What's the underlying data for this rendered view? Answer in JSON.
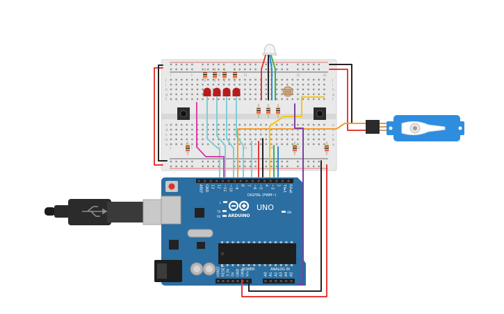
{
  "board": {
    "brand": "ARDUINO",
    "model": "UNO",
    "digital_label": "DIGITAL (PWM~)",
    "power_label": "POWER",
    "analog_label": "ANALOG IN",
    "on_label": "ON",
    "led_l": "L",
    "led_tx": "TX",
    "led_rx": "RX",
    "top_pins": [
      "AREF",
      "GND",
      "13",
      "12",
      "~11",
      "~10",
      "~9",
      "8",
      "7",
      "~6",
      "~5",
      "4",
      "~3",
      "2",
      "TX▸1",
      "RX◂0"
    ],
    "power_pins": [
      "IOREF",
      "RESET",
      "3.3V",
      "5V",
      "GND",
      "GND",
      "Vin"
    ],
    "analog_pins": [
      "A0",
      "A1",
      "A2",
      "A3",
      "A4",
      "A5"
    ]
  },
  "breadboard": {
    "row_letters_top": [
      "j",
      "i",
      "h",
      "g",
      "f"
    ],
    "row_letters_bottom": [
      "e",
      "d",
      "c",
      "b",
      "a"
    ],
    "column_numbers": [
      "1",
      "5",
      "10",
      "15",
      "20",
      "25",
      "30"
    ]
  },
  "colors": {
    "board": "#2b6ea1",
    "wire_red": "#e53935",
    "wire_black": "#222222",
    "wire_cyan": "#7ccfd6",
    "wire_magenta": "#d63fa6",
    "wire_orange": "#f39c2c",
    "wire_yellow": "#f5c518",
    "wire_green": "#3bb54a",
    "wire_blue": "#2e86de",
    "wire_purple": "#7b3fa0",
    "servo": "#2f8de0"
  }
}
